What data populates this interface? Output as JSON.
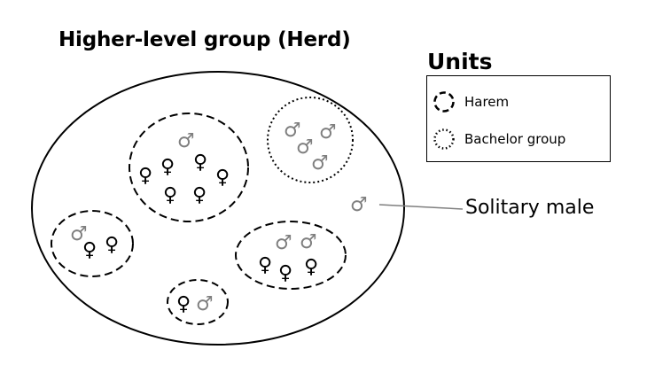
{
  "title": "Higher-level group (Herd)",
  "units_title": "Units",
  "legend": {
    "harem_label": "Harem",
    "bachelor_label": "Bachelor group"
  },
  "solitary_label": "Solitary male",
  "symbols": {
    "male": "♂",
    "female": "♀"
  },
  "colors": {
    "male": "#7f7f7f",
    "female": "#000000"
  }
}
